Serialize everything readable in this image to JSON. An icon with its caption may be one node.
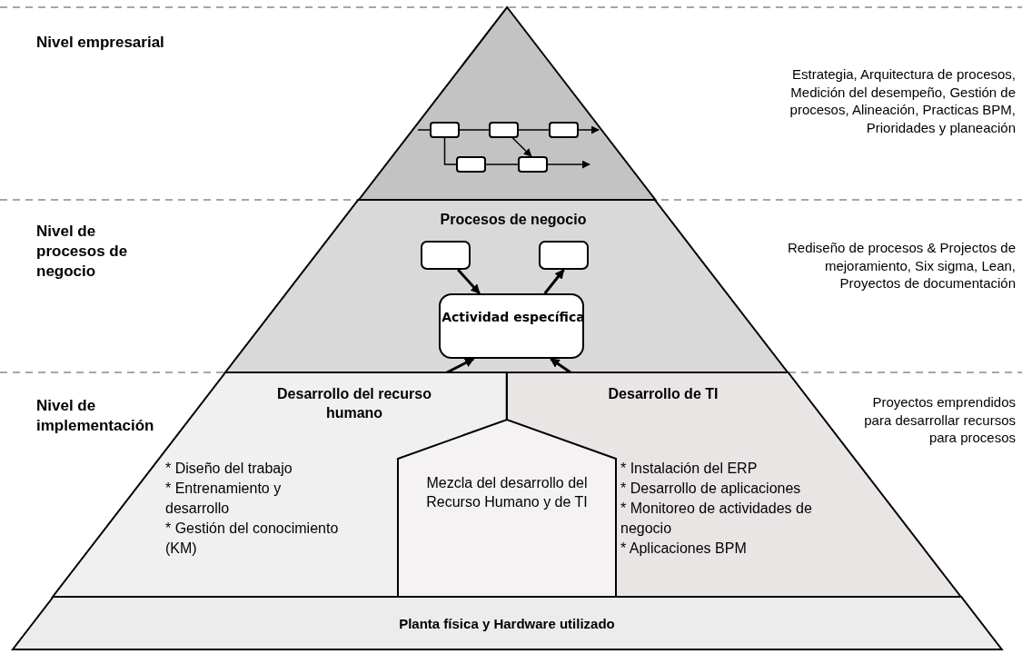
{
  "diagram": {
    "nodes": [
      {
        "text": [],
        "shape": "triangle"
      },
      {
        "text": [],
        "shape": "box",
        "in": 0
      },
      {
        "text": [],
        "shape": "box",
        "in": 0
      },
      {
        "text": [],
        "shape": "box",
        "in": 0
      },
      {
        "text": [],
        "shape": "box",
        "in": 0
      },
      {
        "text": [],
        "shape": "box",
        "in": 0
      },
      {
        "text": [
          "Procesos de negocio"
        ]
      },
      {
        "text": [],
        "shape": "box",
        "in": 6
      },
      {
        "text": [],
        "shape": "box",
        "in": 6
      },
      {
        "text": [
          "Actividad específica"
        ],
        "in": 6
      },
      {
        "text": [
          "Desarrollo del recurso humano",
          "* Diseño del trabajo",
          "* Entrenamiento y desarrollo",
          "* Gestión del conocimiento (KM)"
        ]
      },
      {
        "text": [
          "Desarrollo de TI",
          "* Instalación del ERP",
          "* Desarrollo de aplicaciones",
          "* Monitoreo de actividades de negocio",
          "* Aplicaciones BPM"
        ]
      },
      {
        "text": [
          "Mezcla del desarrollo del Recurso Humano y de TI"
        ]
      },
      {
        "text": [
          "Planta física y Hardware utilizado"
        ]
      }
    ],
    "edges": [
      {
        "from": null,
        "to": 1,
        "arrow": "none"
      },
      {
        "from": 1,
        "to": 2,
        "arrow": "none"
      },
      {
        "from": 2,
        "to": 3,
        "arrow": "none"
      },
      {
        "from": 3,
        "to": null,
        "arrow": "to"
      },
      {
        "from": 2,
        "to": 5,
        "arrow": "to"
      },
      {
        "from": 1,
        "to": 4,
        "arrow": "none"
      },
      {
        "from": 4,
        "to": 5,
        "arrow": "none"
      },
      {
        "from": 5,
        "to": null,
        "arrow": "to"
      },
      {
        "from": 7,
        "to": 9,
        "arrow": "to"
      },
      {
        "from": 9,
        "to": 8,
        "arrow": "to"
      },
      {
        "from": 10,
        "to": 9,
        "arrow": "to"
      },
      {
        "from": 11,
        "to": 9,
        "arrow": "to"
      }
    ],
    "labels": [
      "Nivel empresarial",
      "Estrategia, Arquitectura de procesos, Medición del desempeño, Gestión de procesos, Alineación, Practicas BPM, Prioridades y planeación",
      "Nivel de procesos de negocio",
      "Rediseño de procesos & Projectos de mejoramiento, Six sigma, Lean, Proyectos de documentación",
      "Nivel de implementación",
      "Proyectos emprendidos para desarrollar recursos para procesos"
    ]
  }
}
